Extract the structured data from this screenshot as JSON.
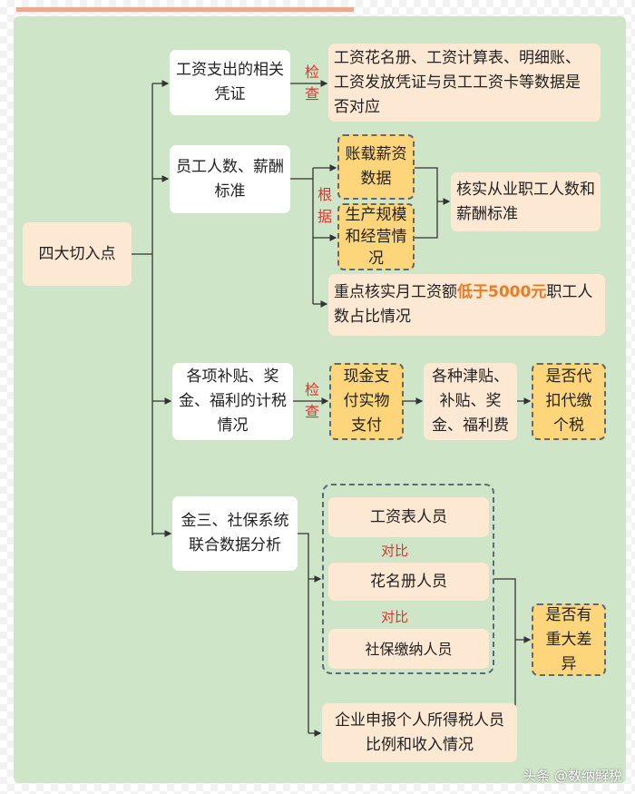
{
  "root": "四大切入点",
  "branches": [
    {
      "label": "工资支出的相关凭证",
      "relation": "检查",
      "target": "工资花名册、工资计算表、明细账、工资发放凭证与员工工资卡等数据是否对应"
    },
    {
      "label": "员工人数、薪酬标准",
      "relation": "根据",
      "basis": [
        "账载薪资数据",
        "生产规模和经营情况"
      ],
      "result": "核实从业职工人数和薪酬标准",
      "focus": {
        "prefix": "重点核实月工资额",
        "highlight": "低于5000元",
        "suffix": "职工人数占比情况"
      }
    },
    {
      "label": "各项补贴、奖金、福利的计税情况",
      "relation": "检查",
      "payment": "现金支付实物支付",
      "items": "各种津贴、补贴、奖金、福利费",
      "result": "是否代扣代缴个税"
    },
    {
      "label": "金三、社保系统联合数据分析",
      "compare": [
        "工资表人员",
        "花名册人员",
        "社保缴纳人员"
      ],
      "compare_word": "对比",
      "declare": "企业申报个人所得税人员比例和收入情况",
      "result": "是否有重大差异"
    }
  ],
  "watermark": "头条 @数纳解税",
  "colors": {
    "panel": "#cfe5c8",
    "peach": "#fde8d3",
    "yellow": "#fdd57a",
    "red": "#e8302a",
    "highlight": "#f07a1e"
  }
}
